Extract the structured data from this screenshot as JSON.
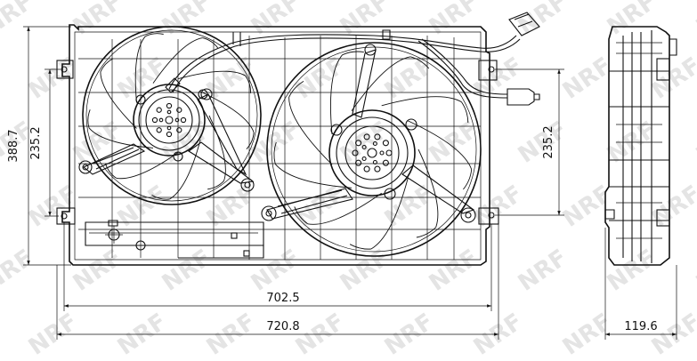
{
  "watermark": {
    "brand": "NRF",
    "color": "#e2e2e2"
  },
  "dimensions": {
    "total_height": "388.7",
    "left_fan_mount_spacing": "235.2",
    "right_fan_mount_spacing": "235.2",
    "inner_width": "702.5",
    "overall_width": "720.8",
    "depth": "119.6"
  },
  "colors": {
    "line": "#111111",
    "background": "#ffffff"
  }
}
